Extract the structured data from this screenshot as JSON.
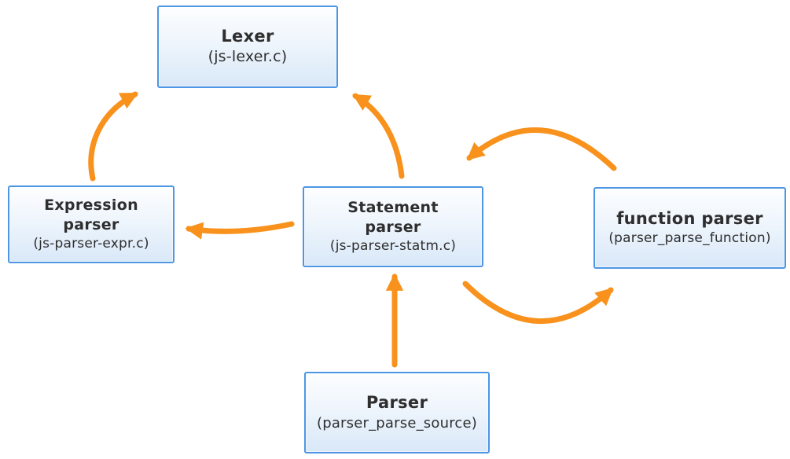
{
  "nodes": {
    "lexer": {
      "label": "Lexer",
      "sublabel": "(js-lexer.c)"
    },
    "expression_parser": {
      "label": "Expression\nparser",
      "sublabel": "(js-parser-expr.c)"
    },
    "statement_parser": {
      "label": "Statement\nparser",
      "sublabel": "(js-parser-statm.c)"
    },
    "function_parser": {
      "label": "function parser",
      "sublabel": "(parser_parse_function)"
    },
    "parser": {
      "label": "Parser",
      "sublabel": "(parser_parse_source)"
    }
  },
  "edges": [
    {
      "from": "expression_parser",
      "to": "lexer"
    },
    {
      "from": "statement_parser",
      "to": "lexer"
    },
    {
      "from": "function_parser",
      "to": "statement_parser"
    },
    {
      "from": "statement_parser",
      "to": "function_parser"
    },
    {
      "from": "statement_parser",
      "to": "expression_parser"
    },
    {
      "from": "parser",
      "to": "statement_parser"
    }
  ],
  "colors": {
    "arrow": "#F8921D",
    "node_border": "#4E96E3",
    "node_fill_top": "#FDFEFF",
    "node_fill_bottom": "#D9E8F8",
    "text": "#2E2E2E",
    "background": "#FFFFFF"
  }
}
